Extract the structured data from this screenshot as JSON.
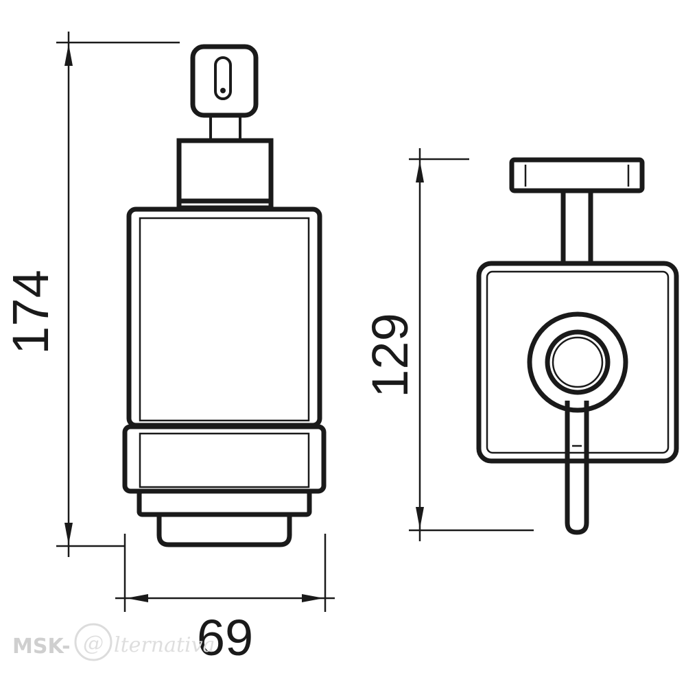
{
  "dimensions": {
    "height_total": "174",
    "width": "69",
    "height_wall": "129"
  },
  "watermark": {
    "brand": "MSK-",
    "at_symbol": "@",
    "suffix": "lternativa"
  },
  "colors": {
    "line": "#1a1a1a",
    "background": "#ffffff",
    "watermark": "#cfcfcf"
  }
}
